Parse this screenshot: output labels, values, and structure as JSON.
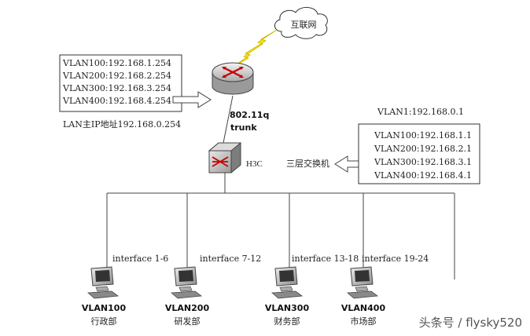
{
  "cloud": {
    "label": "互联网"
  },
  "router_box": {
    "lines": [
      "VLAN100:192.168.1.254",
      "VLAN200:192.168.2.254",
      "VLAN300:192.168.3.254",
      "VLAN400:192.168.4.254"
    ],
    "lan_ip": "LAN主IP地址192.168.0.254"
  },
  "link": {
    "proto": "802.11q",
    "mode": "trunk"
  },
  "switch": {
    "name": "H3C",
    "desc": "三层交换机"
  },
  "switch_box": {
    "vlan1": "VLAN1:192.168.0.1",
    "lines": [
      "VLAN100:192.168.1.1",
      "VLAN200:192.168.2.1",
      "VLAN300:192.168.3.1",
      "VLAN400:192.168.4.1"
    ]
  },
  "pcs": [
    {
      "iface": "interface 1-6",
      "vlan": "VLAN100",
      "dept": "行政部"
    },
    {
      "iface": "interface 7-12",
      "vlan": "VLAN200",
      "dept": "研发部"
    },
    {
      "iface": "interface 13-18",
      "vlan": "VLAN300",
      "dept": "财务部"
    },
    {
      "iface": "interface 19-24",
      "vlan": "VLAN400",
      "dept": "市场部"
    }
  ],
  "watermark": "头条号 / flysky520"
}
